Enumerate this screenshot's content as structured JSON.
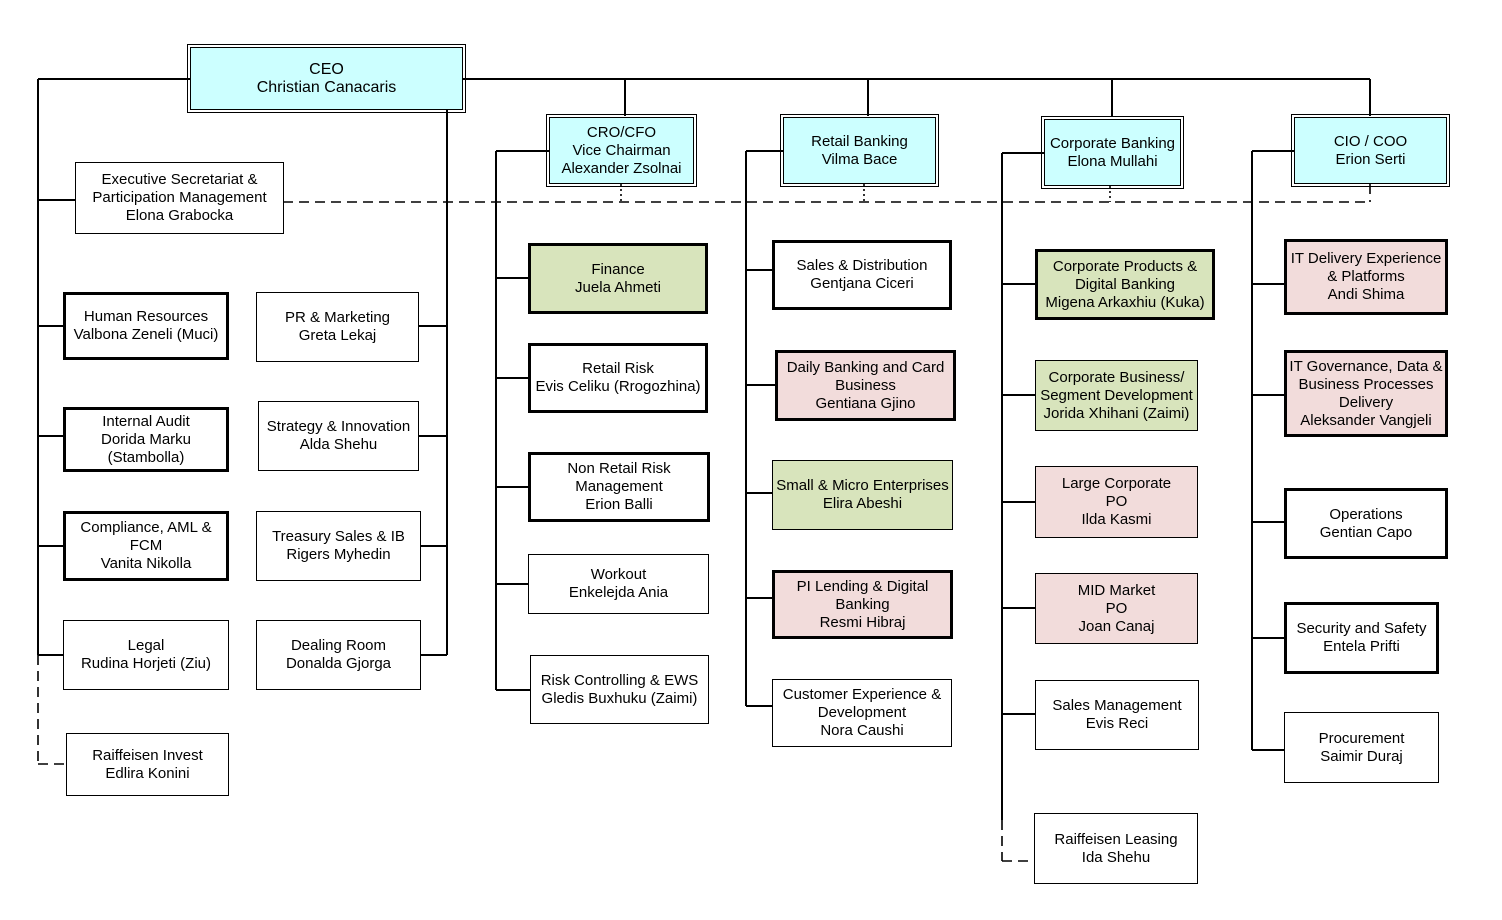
{
  "colors": {
    "executive_fill": "#ccffff",
    "green_fill": "#d8e4bc",
    "pink_fill": "#f2dcdb",
    "line": "#000000"
  },
  "ceo": {
    "title": "CEO",
    "name": "Christian Canacaris"
  },
  "ceo_staff": {
    "exec_secretariat": [
      "Executive Secretariat &",
      "Participation Management",
      "Elona Grabocka"
    ],
    "human_resources": [
      "Human Resources",
      "Valbona Zeneli (Muci)"
    ],
    "internal_audit": [
      "Internal Audit",
      "Dorida Marku",
      "(Stambolla)"
    ],
    "compliance": [
      "Compliance, AML &",
      "FCM",
      "Vanita Nikolla"
    ],
    "legal": [
      "Legal",
      "Rudina Horjeti (Ziu)"
    ],
    "raiffeisen_invest": [
      "Raiffeisen Invest",
      "Edlira Konini"
    ],
    "pr_marketing": [
      "PR & Marketing",
      "Greta Lekaj"
    ],
    "strategy": [
      "Strategy & Innovation",
      "Alda Shehu"
    ],
    "treasury": [
      "Treasury Sales & IB",
      "Rigers Myhedin"
    ],
    "dealing_room": [
      "Dealing Room",
      "Donalda Gjorga"
    ]
  },
  "cro": {
    "head": [
      "CRO/CFO",
      "Vice Chairman",
      "Alexander Zsolnai"
    ],
    "units": [
      [
        "Finance",
        "Juela Ahmeti"
      ],
      [
        "Retail Risk",
        "Evis Celiku (Rrogozhina)"
      ],
      [
        "Non Retail Risk",
        "Management",
        "Erion Balli"
      ],
      [
        "Workout",
        "Enkelejda Ania"
      ],
      [
        "Risk Controlling & EWS",
        "Gledis Buxhuku (Zaimi)"
      ]
    ]
  },
  "retail": {
    "head": [
      "Retail Banking",
      "Vilma Bace"
    ],
    "units": [
      [
        "Sales & Distribution",
        "Gentjana Ciceri"
      ],
      [
        "Daily Banking and Card",
        "Business",
        "Gentiana Gjino"
      ],
      [
        "Small & Micro Enterprises",
        "Elira Abeshi"
      ],
      [
        "PI Lending & Digital",
        "Banking",
        "Resmi Hibraj"
      ],
      [
        "Customer Experience &",
        "Development",
        "Nora Caushi"
      ]
    ]
  },
  "corporate": {
    "head": [
      "Corporate Banking",
      "Elona Mullahi"
    ],
    "units": [
      [
        "Corporate Products &",
        "Digital Banking",
        "Migena Arkaxhiu (Kuka)"
      ],
      [
        "Corporate Business/",
        "Segment Development",
        "Jorida Xhihani (Zaimi)"
      ],
      [
        "Large Corporate",
        "PO",
        "Ilda Kasmi"
      ],
      [
        "MID Market",
        "PO",
        "Joan Canaj"
      ],
      [
        "Sales Management",
        "Evis Reci"
      ],
      [
        "Raiffeisen Leasing",
        "Ida Shehu"
      ]
    ]
  },
  "cio": {
    "head": [
      "CIO / COO",
      "Erion Serti"
    ],
    "units": [
      [
        "IT Delivery Experience",
        "& Platforms",
        "Andi Shima"
      ],
      [
        "IT Governance, Data &",
        "Business Processes",
        "Delivery",
        "Aleksander Vangjeli"
      ],
      [
        "Operations",
        "Gentian Capo"
      ],
      [
        "Security and Safety",
        "Entela Prifti"
      ],
      [
        "Procurement",
        "Saimir Duraj"
      ]
    ]
  }
}
